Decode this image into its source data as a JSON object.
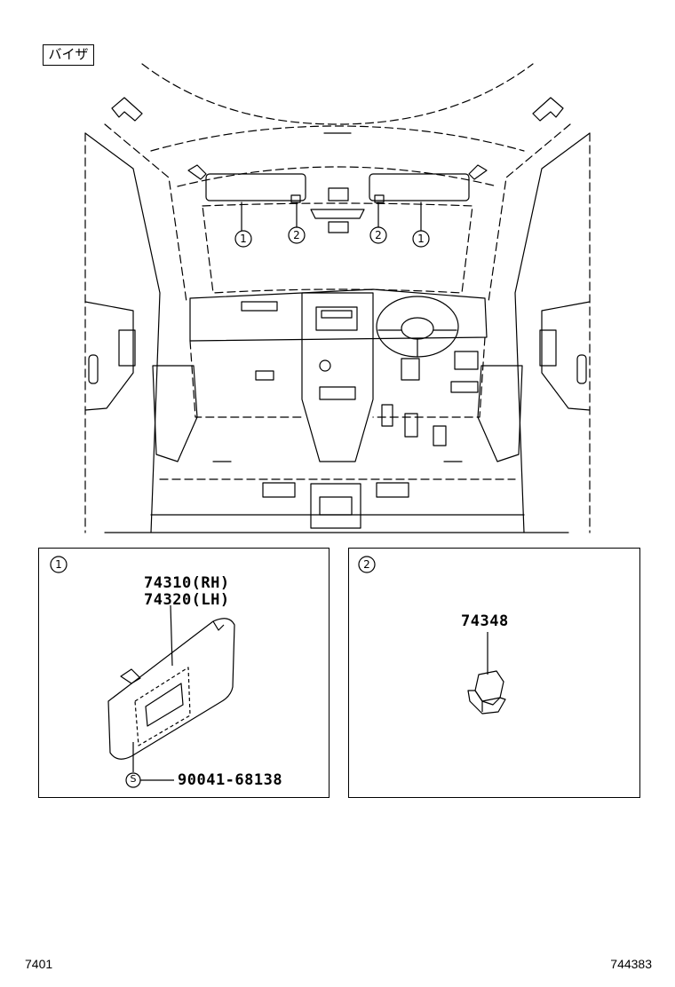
{
  "header": {
    "label": "バイザ"
  },
  "callouts": [
    "1",
    "2"
  ],
  "panel1": {
    "index": "1",
    "part_rh": "74310(RH)",
    "part_lh": "74320(LH)",
    "screw_symbol": "S",
    "screw_part": "90041-68138"
  },
  "panel2": {
    "index": "2",
    "part": "74348"
  },
  "footer": {
    "left": "7401",
    "right": "744383"
  }
}
